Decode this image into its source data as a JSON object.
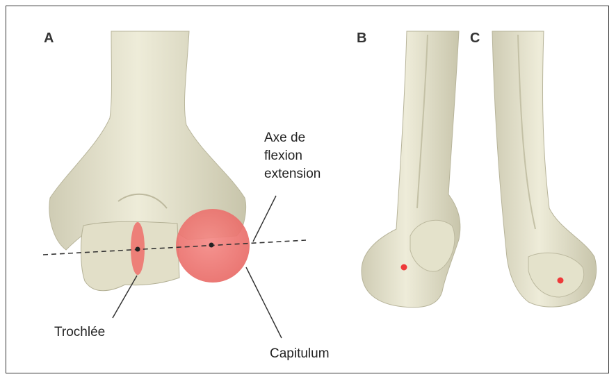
{
  "panels": {
    "a": "A",
    "b": "B",
    "c": "C"
  },
  "labels": {
    "axis_line1": "Axe de",
    "axis_line2": "flexion",
    "axis_line3": "extension",
    "trochlea": "Trochlée",
    "capitulum": "Capitulum"
  },
  "colors": {
    "bone": "#e8e6d2",
    "bone_shadow": "#c9c6ab",
    "highlight": "#f07272",
    "marker": "#ee3a3a",
    "line": "#333333"
  }
}
